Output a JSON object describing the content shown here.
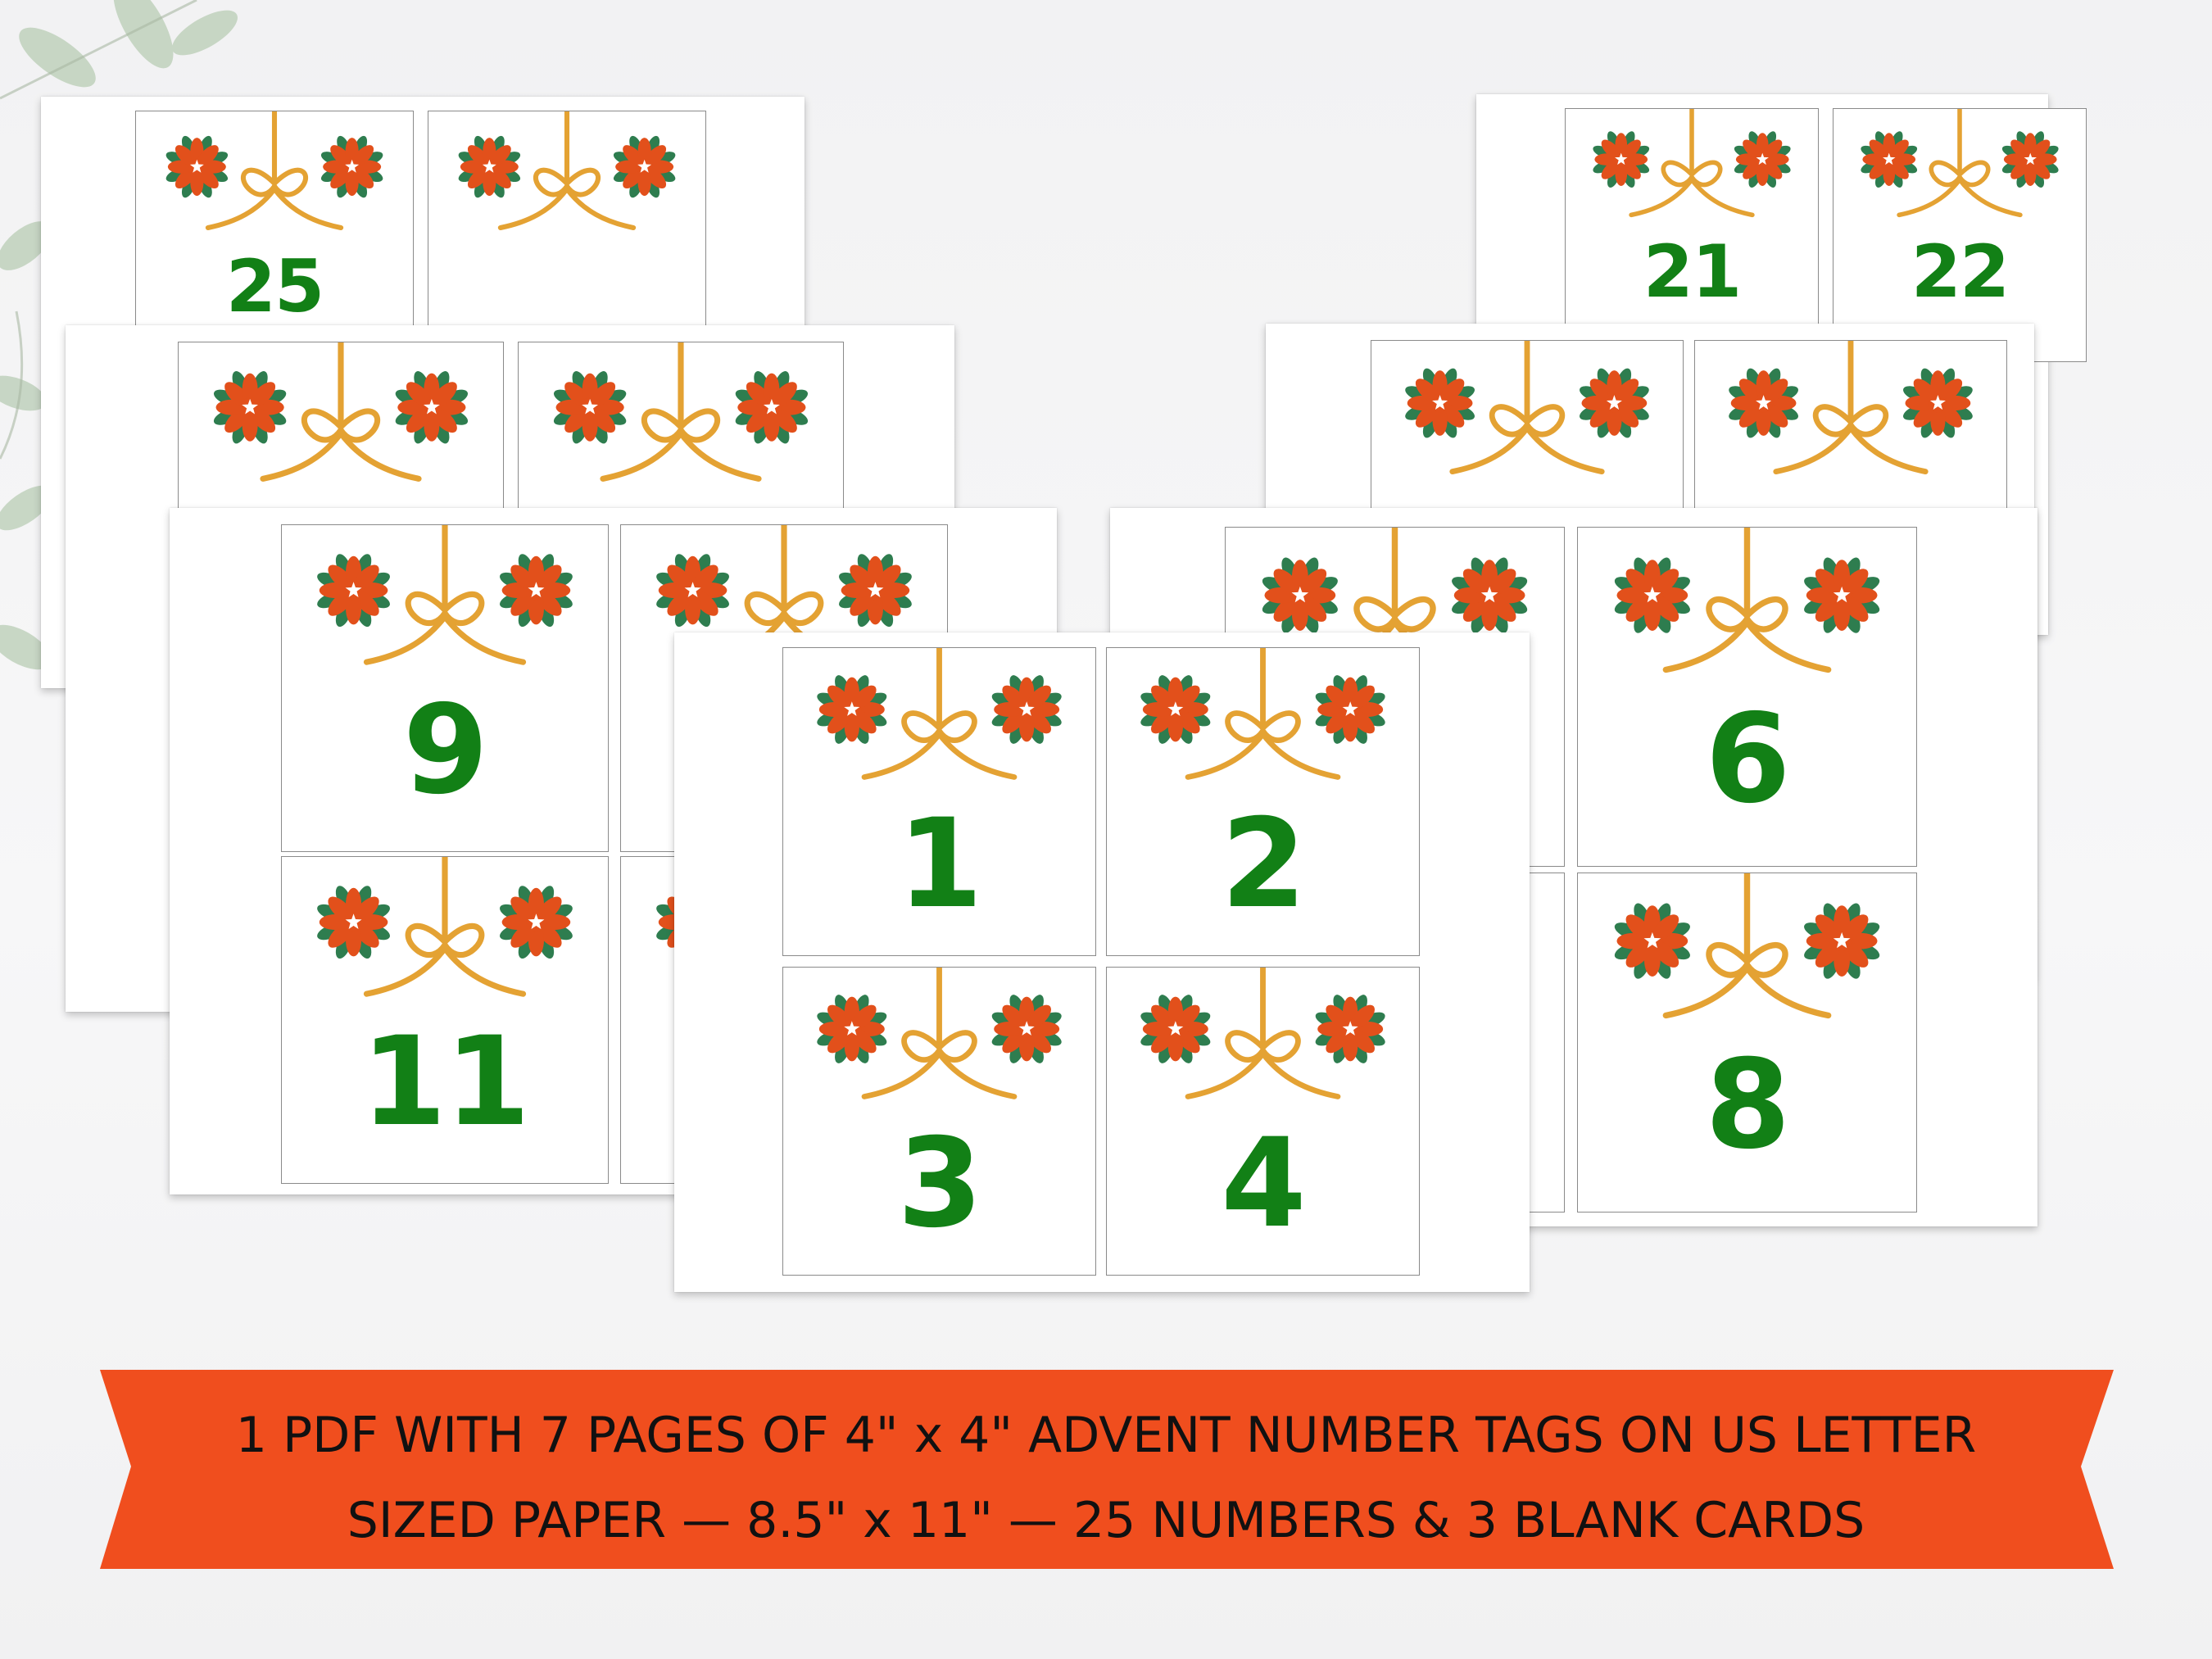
{
  "colors": {
    "background": "#f4f4f5",
    "number_green": "#128016",
    "poinsettia_red": "#e2501b",
    "leaf_green": "#2e7d4f",
    "ribbon_gold": "#e4a233",
    "banner_orange": "#f04e1e"
  },
  "decorations": {
    "poinsettia": "poinsettia-icon",
    "ribbon": "ribbon-bow-icon",
    "plant": "eucalyptus-leaves"
  },
  "sheets": [
    {
      "id": "sheet-back-left",
      "tags": [
        {
          "number": "25"
        },
        {
          "number": ""
        }
      ]
    },
    {
      "id": "sheet-back-right",
      "tags": [
        {
          "number": "21"
        },
        {
          "number": "22"
        }
      ]
    },
    {
      "id": "sheet-mid-left",
      "tags": [
        {
          "number": ""
        },
        {
          "number": ""
        }
      ]
    },
    {
      "id": "sheet-mid-right",
      "tags": [
        {
          "number": ""
        },
        {
          "number": ""
        }
      ]
    },
    {
      "id": "sheet-front-left",
      "tags": [
        {
          "number": "9"
        },
        {
          "number": ""
        },
        {
          "number": "11"
        },
        {
          "number": ""
        }
      ]
    },
    {
      "id": "sheet-front-right",
      "tags": [
        {
          "number": ""
        },
        {
          "number": "6"
        },
        {
          "number": ""
        },
        {
          "number": "8"
        }
      ]
    },
    {
      "id": "sheet-center",
      "tags": [
        {
          "number": "1"
        },
        {
          "number": "2"
        },
        {
          "number": "3"
        },
        {
          "number": "4"
        }
      ]
    }
  ],
  "banner": {
    "line1": "1 PDF WITH 7 PAGES OF 4\" x 4\" ADVENT NUMBER TAGS ON US LETTER",
    "line2": "SIZED PAPER — 8.5\" x 11\" — 25 NUMBERS & 3 BLANK CARDS"
  }
}
